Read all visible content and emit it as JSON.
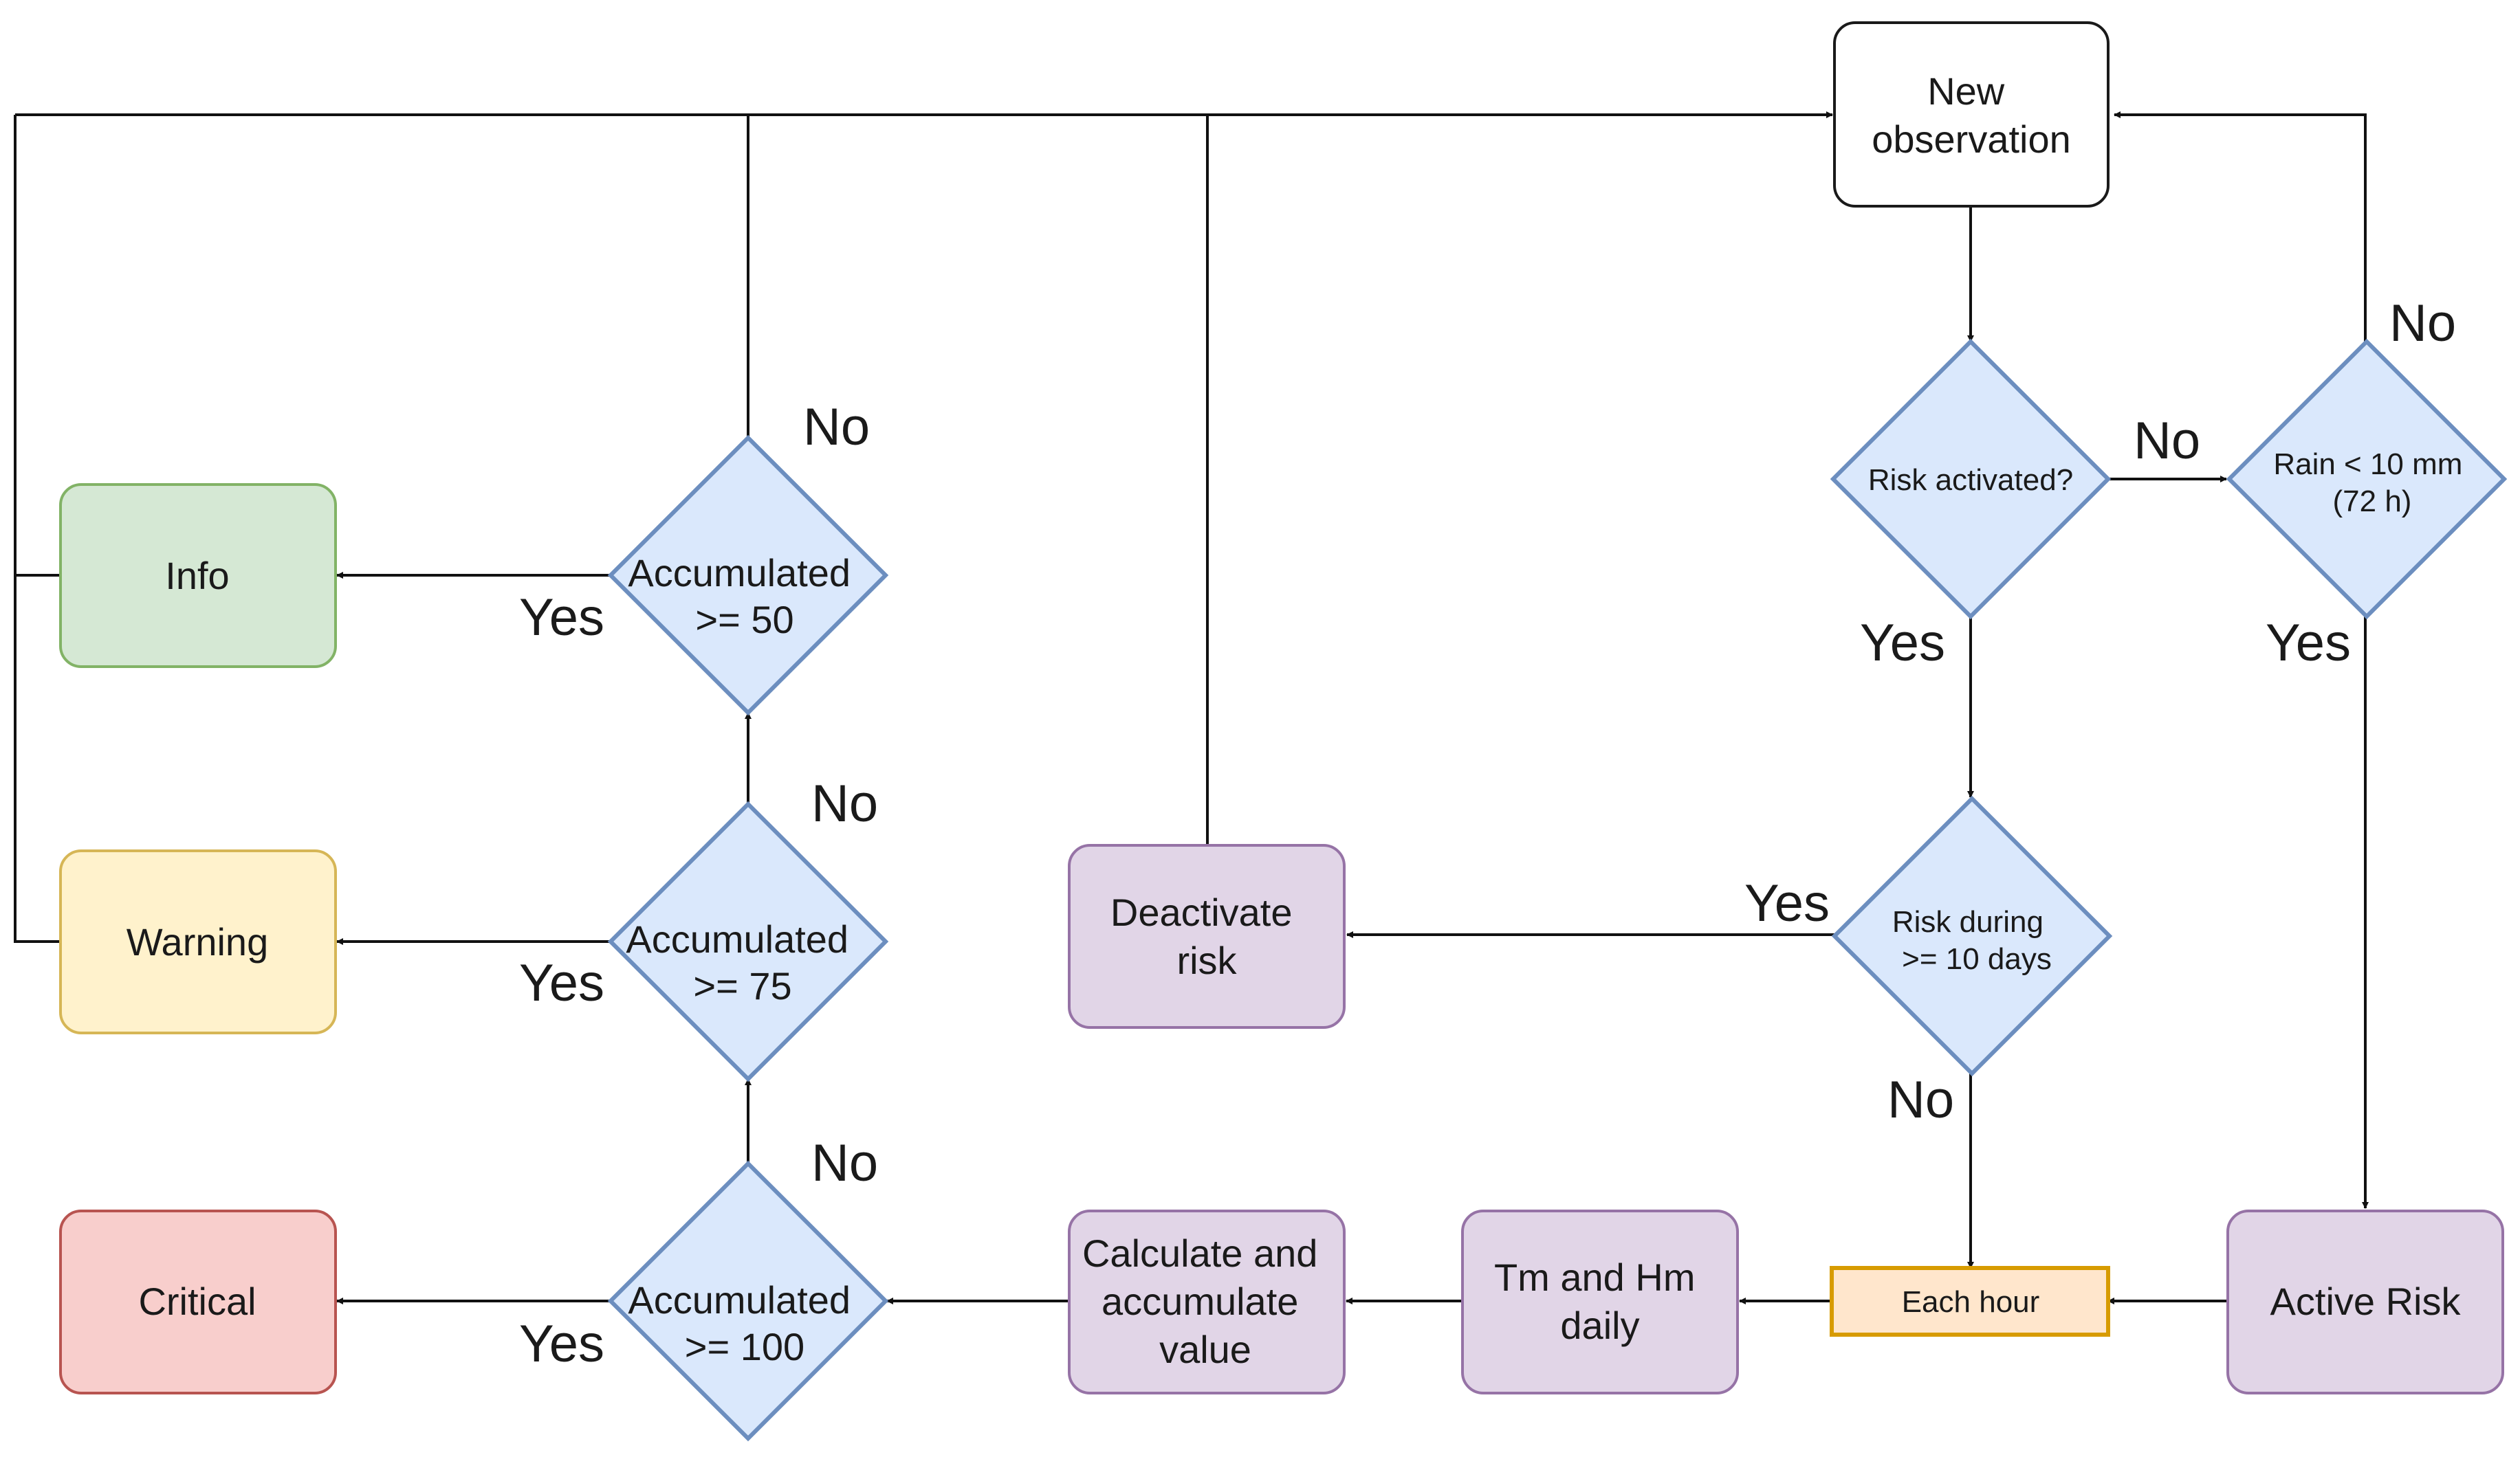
{
  "colors": {
    "white_fill": "#ffffff",
    "white_stroke": "#1a1a1a",
    "diamond_fill": "#dae8fc",
    "diamond_stroke": "#6c8ebf",
    "purple_fill": "#e1d5e7",
    "purple_stroke": "#9673a6",
    "green_fill": "#d5e8d4",
    "green_stroke": "#82b366",
    "yellow_fill": "#fff2cc",
    "yellow_stroke": "#d6b656",
    "red_fill": "#f8cecc",
    "red_stroke": "#b85450",
    "orange_fill": "#ffe6cc",
    "orange_stroke": "#d79b00",
    "edge": "#111111"
  },
  "nodes": {
    "new_observation": {
      "line1": "New",
      "line2": "observation"
    },
    "risk_activated": {
      "line1": "Risk activated?"
    },
    "rain_check": {
      "line1": "Rain < 10 mm",
      "line2": "(72 h)"
    },
    "risk_during": {
      "line1": "Risk during",
      "line2": ">= 10 days"
    },
    "deactivate_risk": {
      "line1": "Deactivate",
      "line2": "risk"
    },
    "active_risk": {
      "line1": "Active Risk"
    },
    "each_hour": {
      "line1": "Each hour"
    },
    "tm_hm_daily": {
      "line1": "Tm and Hm",
      "line2": "daily"
    },
    "calculate": {
      "line1": "Calculate and",
      "line2": "accumulate",
      "line3": "value"
    },
    "acc_100": {
      "line1": "Accumulated",
      "line2": ">= 100"
    },
    "acc_75": {
      "line1": "Accumulated",
      "line2": ">= 75"
    },
    "acc_50": {
      "line1": "Accumulated",
      "line2": ">= 50"
    },
    "critical": {
      "line1": "Critical"
    },
    "warning": {
      "line1": "Warning"
    },
    "info": {
      "line1": "Info"
    }
  },
  "edge_labels": {
    "risk_activated_no": "No",
    "risk_activated_yes": "Yes",
    "rain_no": "No",
    "rain_yes": "Yes",
    "risk_during_yes": "Yes",
    "risk_during_no": "No",
    "acc_100_yes": "Yes",
    "acc_100_no": "No",
    "acc_75_yes": "Yes",
    "acc_75_no": "No",
    "acc_50_yes": "Yes",
    "acc_50_no": "No"
  }
}
